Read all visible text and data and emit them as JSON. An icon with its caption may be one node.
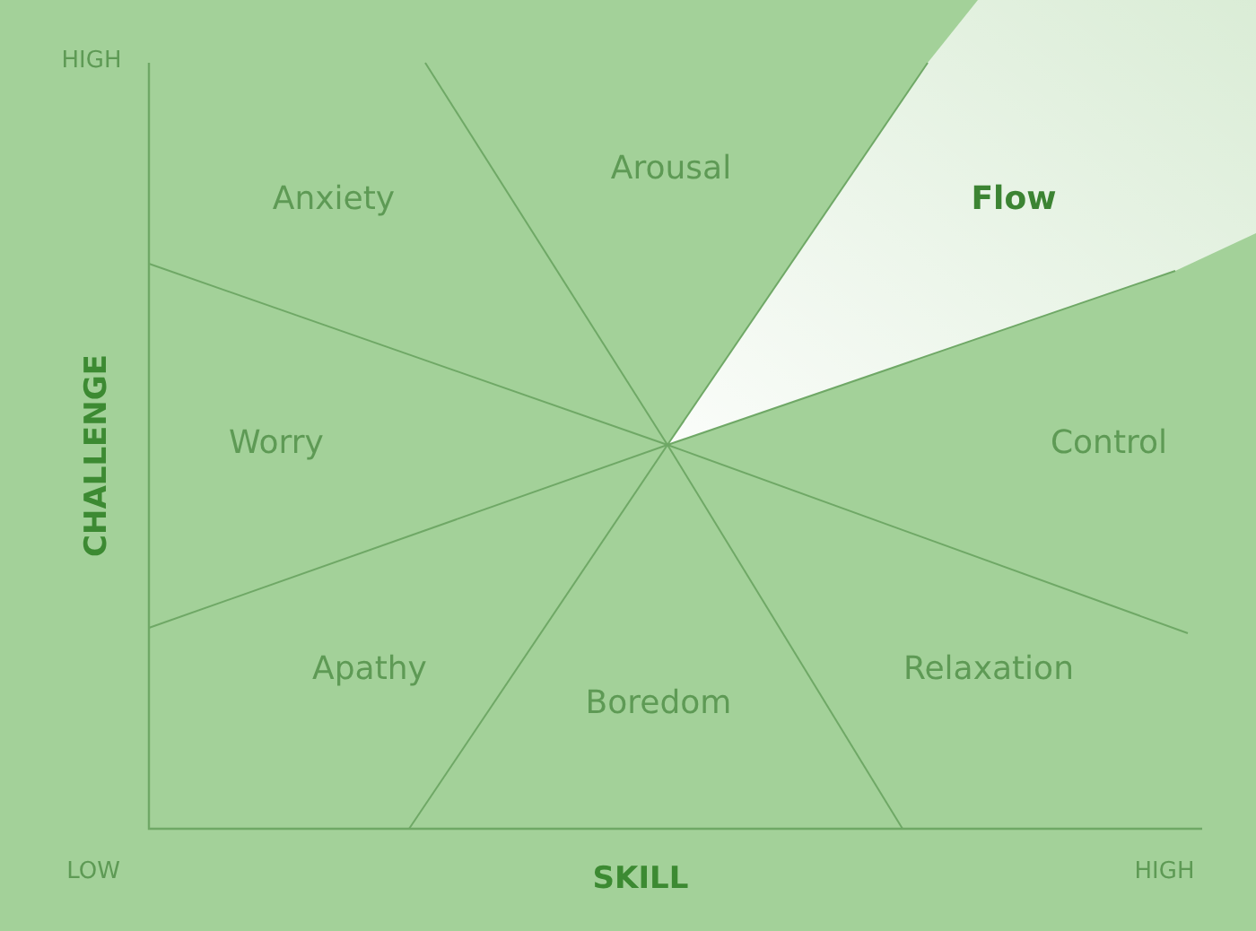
{
  "diagram": {
    "labels": [
      "HIGH",
      "Arousal",
      "Anxiety",
      "Flow",
      "Worry",
      "CHALLENGE",
      "Control",
      "Apathy",
      "Relaxation",
      "Boredom",
      "LOW",
      "SKILL",
      "HIGH"
    ]
  }
}
